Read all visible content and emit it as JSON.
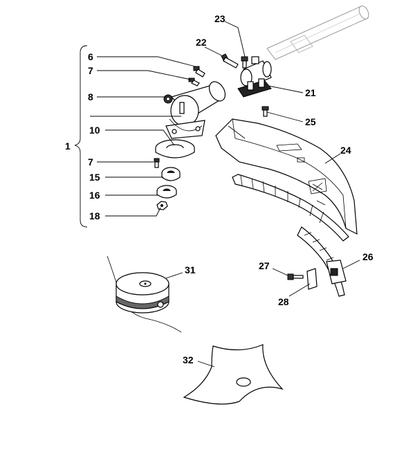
{
  "diagram": {
    "group_label": "1",
    "callouts": {
      "p6": "6",
      "p7a": "7",
      "p8": "8",
      "p10": "10",
      "p7b": "7",
      "p15": "15",
      "p16": "16",
      "p18": "18",
      "p21": "21",
      "p22": "22",
      "p23": "23",
      "p24": "24",
      "p25": "25",
      "p26": "26",
      "p27": "27",
      "p28": "28",
      "p31": "31",
      "p32": "32"
    }
  }
}
